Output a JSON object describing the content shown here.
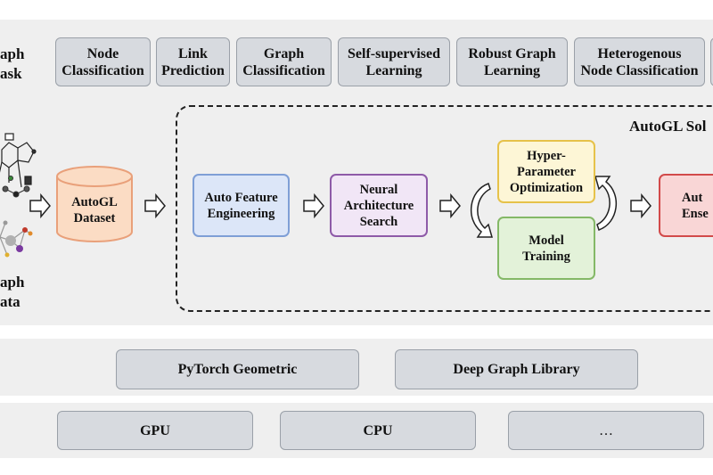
{
  "tasks": {
    "side_label_line1": "aph",
    "side_label_line2": "ask",
    "items": [
      {
        "line1": "Node",
        "line2": "Classification"
      },
      {
        "line1": "Link",
        "line2": "Prediction"
      },
      {
        "line1": "Graph",
        "line2": "Classification"
      },
      {
        "line1": "Self-supervised",
        "line2": "Learning"
      },
      {
        "line1": "Robust Graph",
        "line2": "Learning"
      },
      {
        "line1": "Heterogenous",
        "line2": "Node Classification"
      }
    ]
  },
  "data_label": {
    "line1": "aph",
    "line2": "ata"
  },
  "dataset": {
    "line1": "AutoGL",
    "line2": "Dataset"
  },
  "solver_title": "AutoGL Sol",
  "pipeline": {
    "feature": {
      "line1": "Auto Feature",
      "line2": "Engineering"
    },
    "nas": {
      "line1": "Neural",
      "line2": "Architecture",
      "line3": "Search"
    },
    "hpo": {
      "line1": "Hyper-",
      "line2": "Parameter",
      "line3": "Optimization"
    },
    "training": {
      "line1": "Model",
      "line2": "Training"
    },
    "ensemble": {
      "line1": "Aut",
      "line2": "Ense"
    }
  },
  "backends": [
    "PyTorch Geometric",
    "Deep Graph Library"
  ],
  "hardware": [
    "GPU",
    "CPU",
    "…"
  ],
  "colors": {
    "feature_fill": "#dce6f8",
    "feature_border": "#7f9fd6",
    "nas_fill": "#f1e6f6",
    "nas_border": "#8e5aa8",
    "hpo_fill": "#fdf6d6",
    "hpo_border": "#e6c24a",
    "training_fill": "#e3f2d9",
    "training_border": "#84b867",
    "ensemble_fill": "#f9d6d6",
    "ensemble_border": "#d24a4a",
    "dataset_fill": "#fbdcc4",
    "dataset_border": "#e9a07a"
  }
}
